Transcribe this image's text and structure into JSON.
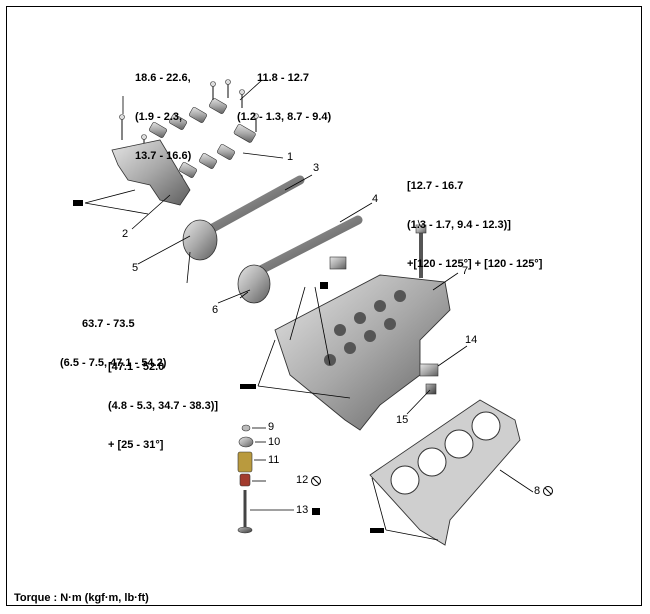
{
  "torque_specs": {
    "bolt_2": [
      "18.6 - 22.6,",
      "(1.9 - 2.3,",
      "13.7 - 16.6)"
    ],
    "bolt_1": [
      "11.8 - 12.7",
      "(1.2 - 1.3, 8.7 - 9.4)"
    ],
    "bolt_7": [
      "[12.7 - 16.7",
      "(1.3 - 1.7, 9.4 - 12.3)]",
      "+[120 - 125°] + [120 - 125°]"
    ],
    "bolt_5": [
      "63.7 - 73.5",
      "(6.5 - 7.5, 47.1 - 54.2)"
    ],
    "bolt_6": [
      "[47.1 - 52.0",
      "(4.8 - 5.3, 34.7 - 38.3)]",
      "+ [25 - 31°]"
    ]
  },
  "part_numbers": [
    "1",
    "2",
    "3",
    "4",
    "5",
    "6",
    "7",
    "8",
    "9",
    "10",
    "11",
    "12",
    "13",
    "14",
    "15"
  ],
  "footer": "Torque : N·m (kgf·m, lb·ft)",
  "icons": {
    "torque_wrench": "torque-wrench-icon",
    "do_not_reuse": "do-not-reuse-icon"
  }
}
